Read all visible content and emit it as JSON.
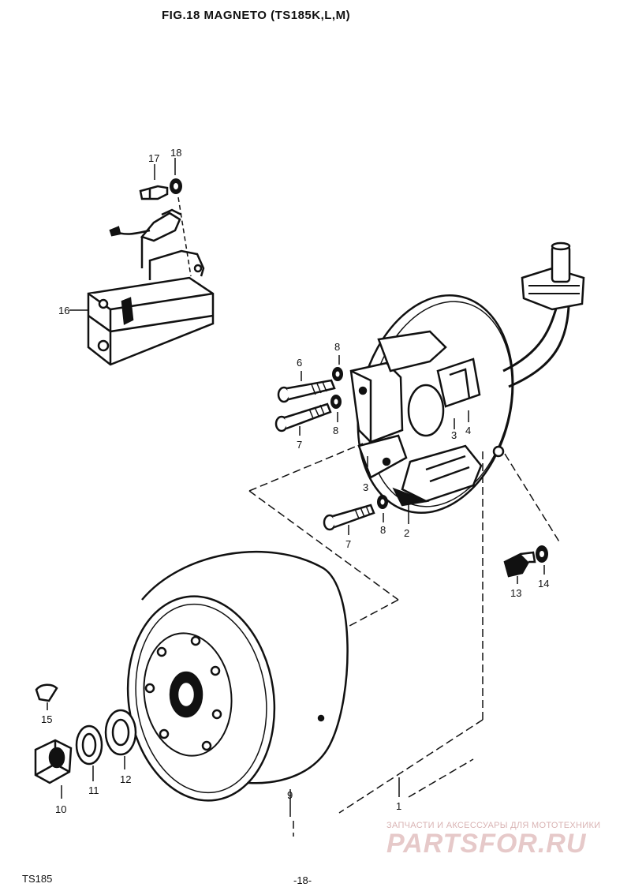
{
  "title": "FIG.18  MAGNETO (TS185K,L,M)",
  "footer": {
    "left": "TS185",
    "page": "-18-"
  },
  "watermark": {
    "tagline": "ЗАПЧАСТИ И АКСЕССУАРЫ ДЛЯ МОТОТЕХНИКИ",
    "brand": "PARTSFOR.RU",
    "color": "#e0bcbc"
  },
  "callouts": {
    "c1": "1",
    "c2": "2",
    "c3a": "3",
    "c3b": "3",
    "c4": "4",
    "c6": "6",
    "c7a": "7",
    "c7b": "7",
    "c8a": "8",
    "c8b": "8",
    "c8c": "8",
    "c9": "9",
    "c10": "10",
    "c11": "11",
    "c12": "12",
    "c13": "13",
    "c14": "14",
    "c15": "15",
    "c16": "16",
    "c17": "17",
    "c18": "18"
  }
}
